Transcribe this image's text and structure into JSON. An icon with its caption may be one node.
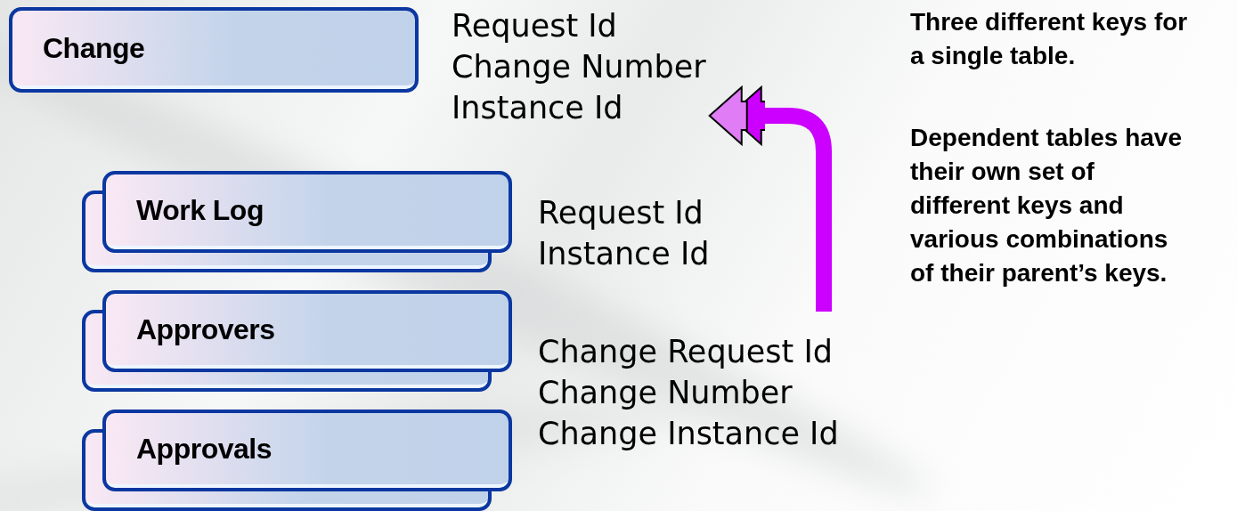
{
  "diagram": {
    "nodes": [
      {
        "text": [
          "Change"
        ]
      },
      {
        "text": [
          "Request Id",
          "Change Number",
          "Instance Id"
        ]
      },
      {
        "text": [
          "Work Log"
        ]
      },
      {
        "text": [
          "Approvers"
        ]
      },
      {
        "text": [
          "Approvals"
        ]
      }
    ],
    "edges": [
      {
        "from": null,
        "to": 1,
        "arrow": "to",
        "color": "#cc00ff"
      }
    ],
    "labels": [
      "Request Id",
      "Instance Id",
      "Change Request Id",
      "Change Number",
      "Change Instance Id",
      "Three different keys for a single table.",
      "Dependent tables have their own set of different keys and various combinations of their parent’s keys."
    ]
  }
}
